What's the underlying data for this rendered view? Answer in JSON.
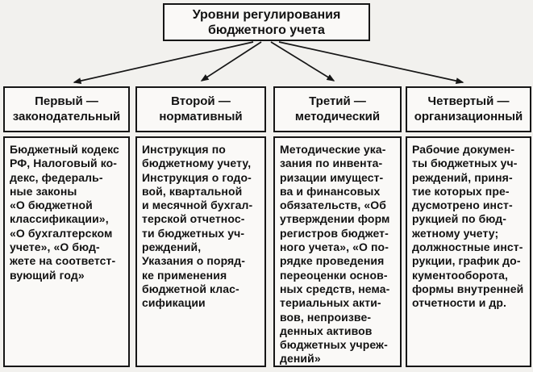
{
  "diagram": {
    "title": {
      "lines": [
        "Уровни регулирования",
        "бюджетного учета"
      ]
    },
    "columns": [
      {
        "id": "level-1",
        "header": {
          "lines": [
            "Первый —",
            "законодательный"
          ]
        },
        "body": {
          "lines": [
            "Бюджетный кодекс",
            "РФ, Налоговый ко-",
            "декс, федераль-",
            "ные законы",
            "«О бюджетной",
            "классификации»,",
            "«О бухгалтерском",
            "учете», «О бюд-",
            "жете на соответст-",
            "вующий год»"
          ]
        }
      },
      {
        "id": "level-2",
        "header": {
          "lines": [
            "Второй —",
            "нормативный"
          ]
        },
        "body": {
          "lines": [
            "Инструкция по",
            "бюджетному учету,",
            "Инструкция о годо-",
            "вой, квартальной",
            "и месячной бухгал-",
            "терской отчетнос-",
            "ти бюджетных уч-",
            "реждений,",
            "Указания о поряд-",
            "ке применения",
            "бюджетной клас-",
            "сификации"
          ]
        }
      },
      {
        "id": "level-3",
        "header": {
          "lines": [
            "Третий —",
            "методический"
          ]
        },
        "body": {
          "lines": [
            "Методические ука-",
            "зания по инвента-",
            "ризации имущест-",
            "ва и финансовых",
            "обязательств, «Об",
            "утверждении форм",
            "регистров бюджет-",
            "ного учета», «О по-",
            "рядке проведения",
            "переоценки основ-",
            "ных средств, нема-",
            "териальных акти-",
            "вов, непроизве-",
            "денных активов",
            "бюджетных учреж-",
            "дений»"
          ]
        }
      },
      {
        "id": "level-4",
        "header": {
          "lines": [
            "Четвертый —",
            "организационный"
          ]
        },
        "body": {
          "lines": [
            "Рабочие докумен-",
            "ты бюджетных уч-",
            "реждений, приня-",
            "тие которых пре-",
            "дусмотрено инст-",
            "рукцией по бюд-",
            "жетному учету;",
            "должностные инст-",
            "рукции, график до-",
            "кументооборота,",
            "формы внутренней",
            "отчетности и др.",
            ""
          ]
        }
      }
    ]
  },
  "colors": {
    "page_background": "#f2f1ee",
    "box_background": "#faf9f7",
    "border": "#161616",
    "text": "#121212",
    "arrow": "#161616"
  }
}
